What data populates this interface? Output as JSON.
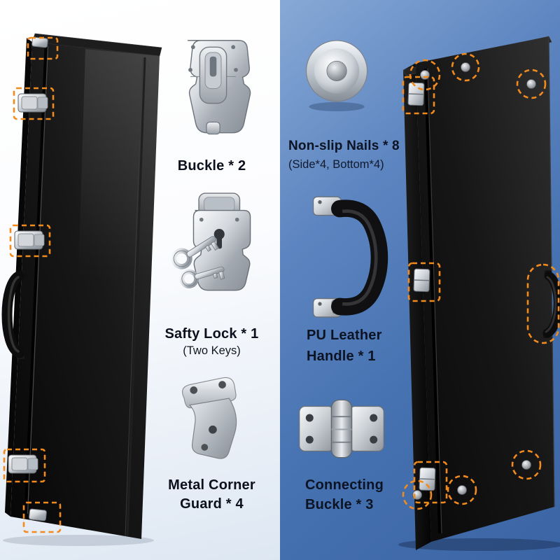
{
  "colors": {
    "highlight_orange": "#F28B1E",
    "panel_blue": "#4A74B4",
    "text_dark": "#0C101C",
    "text_on_blue": "#0C1424",
    "case_black": "#111111"
  },
  "features": {
    "buckle": {
      "label": "Buckle * 2"
    },
    "safety_lock": {
      "label": "Safty Lock * 1",
      "sub": "(Two Keys)"
    },
    "corner_guard": {
      "line1": "Metal Corner",
      "line2": "Guard * 4"
    },
    "nails": {
      "label": "Non-slip Nails * 8",
      "sub": "(Side*4, Bottom*4)"
    },
    "handle": {
      "line1": "PU Leather",
      "line2": "Handle * 1"
    },
    "connecting_buckle": {
      "line1": "Connecting",
      "line2": "Buckle * 3"
    }
  },
  "images": {
    "buckle": "chrome-drawbolt-latch",
    "safety_lock": "latch-lock-with-two-keys",
    "corner_guard": "metal-corner-guard",
    "nails": "round-chrome-foot-nail",
    "handle": "black-pu-leather-handle",
    "connecting_buckle": "chrome-hinge-buckle",
    "case_front": "black-guitar-case-front-view",
    "case_back": "black-guitar-case-back-view"
  }
}
